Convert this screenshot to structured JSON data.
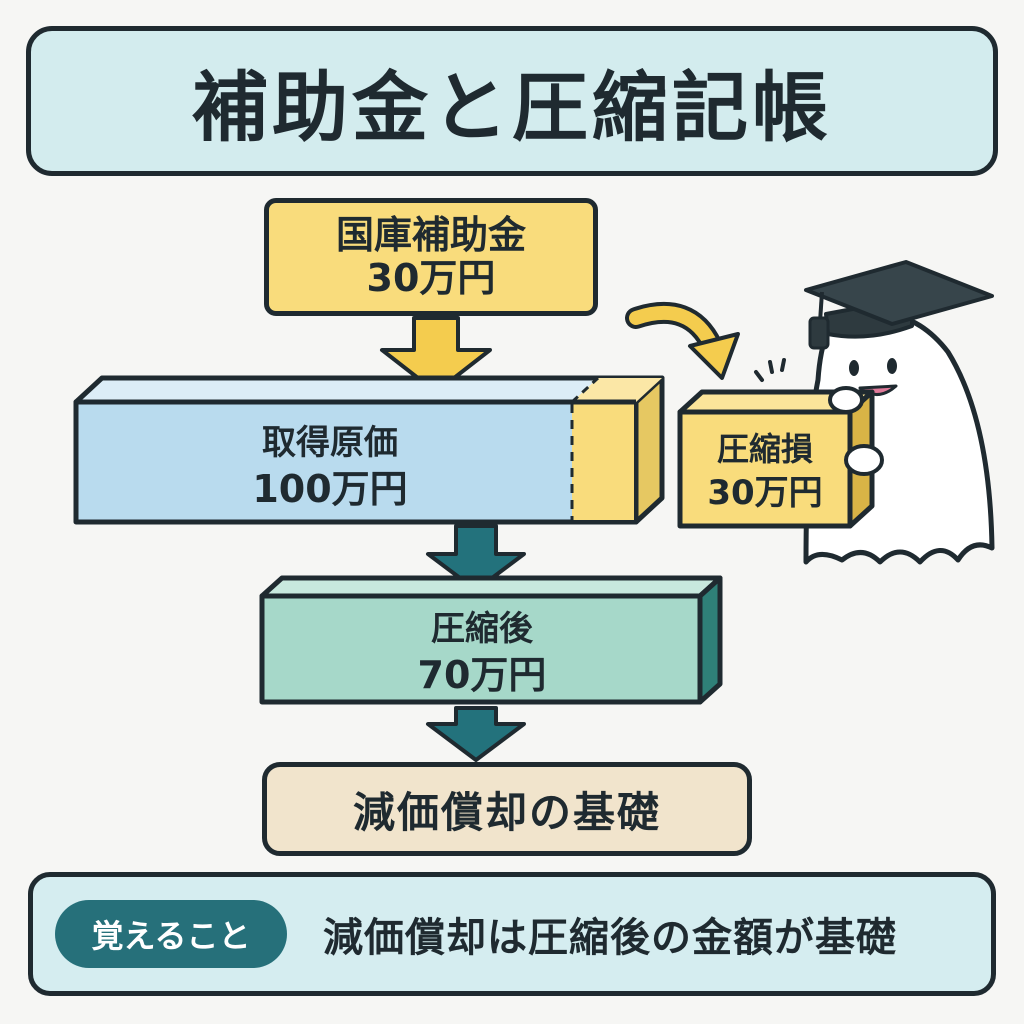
{
  "title": "補助金と圧縮記帳",
  "subsidy": {
    "label": "国庫補助金",
    "amount": "30万円"
  },
  "acquisition": {
    "label": "取得原価",
    "amount": "100万円"
  },
  "compression_loss": {
    "label": "圧縮損",
    "amount": "30万円"
  },
  "after": {
    "label": "圧縮後",
    "amount": "70万円"
  },
  "base": {
    "label": "減価償却の基礎"
  },
  "memo": {
    "tag": "覚えること",
    "text": "減価償却は圧縮後の金額が基礎"
  },
  "colors": {
    "title_bg": "#d3ecee",
    "subsidy": "#f9dc7c",
    "acquisition": "#b9dbee",
    "after": "#a6d8c9",
    "base": "#f1e4cc",
    "arrow_yellow": "#f4cc4e",
    "arrow_teal": "#23727c",
    "memo_tag": "#26707a"
  },
  "icons": [
    "mortarboard-icon",
    "ghost-mascot"
  ]
}
